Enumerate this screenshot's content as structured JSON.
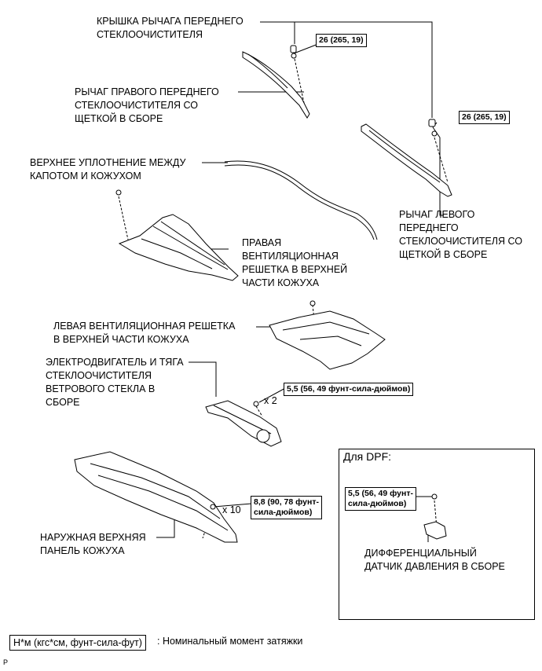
{
  "labels": {
    "cover_front_wiper_arm": [
      "КРЫШКА РЫЧАГА ПЕРЕДНЕГО",
      "СТЕКЛООЧИСТИТЕЛЯ"
    ],
    "right_wiper_arm": [
      "РЫЧАГ ПРАВОГО ПЕРЕДНЕГО",
      "СТЕКЛООЧИСТИТЕЛЯ СО",
      "ЩЕТКОЙ В СБОРЕ"
    ],
    "left_wiper_arm": [
      "РЫЧАГ ЛЕВОГО",
      "ПЕРЕДНЕГО",
      "СТЕКЛООЧИСТИТЕЛЯ СО",
      "ЩЕТКОЙ В СБОРЕ"
    ],
    "hood_to_cowl_seal": [
      "ВЕРХНЕЕ УПЛОТНЕНИЕ МЕЖДУ",
      "КАПОТОМ И КОЖУХОМ"
    ],
    "right_ventilator_louver": [
      "ПРАВАЯ",
      "ВЕНТИЛЯЦИОННАЯ",
      "РЕШЕТКА В ВЕРХНЕЙ",
      "ЧАСТИ КОЖУХА"
    ],
    "left_ventilator_louver": [
      "ЛЕВАЯ ВЕНТИЛЯЦИОННАЯ РЕШЕТКА",
      "В ВЕРХНЕЙ ЧАСТИ КОЖУХА"
    ],
    "wiper_motor_link": [
      "ЭЛЕКТРОДВИГАТЕЛЬ И ТЯГА",
      "СТЕКЛООЧИСТИТЕЛЯ",
      "ВЕТРОВОГО СТЕКЛА В",
      "СБОРЕ"
    ],
    "outer_cowl_top_panel": [
      "НАРУЖНАЯ ВЕРХНЯЯ",
      "ПАНЕЛЬ КОЖУХА"
    ],
    "differential_pressure_sensor": [
      "ДИФФЕРЕНЦИАЛЬНЫЙ",
      "ДАТЧИК ДАВЛЕНИЯ В СБОРЕ"
    ]
  },
  "torques": {
    "right_arm_nut": [
      "26 (265, 19)"
    ],
    "left_arm_nut": [
      "26 (265, 19)"
    ],
    "motor_bolts": [
      "5,5 (56, 49 фунт-сила-дюймов)"
    ],
    "cowl_panel_bolts": [
      "8,8 (90, 78 фунт-",
      "сила-дюймов)"
    ],
    "dpf_sensor_bolt": [
      "5,5 (56, 49 фунт-",
      "сила-дюймов)"
    ]
  },
  "multipliers": {
    "motor_bolts": "x 2",
    "cowl_panel_bolts": "x 10"
  },
  "dpf_section_title": "Для DPF:",
  "legend": {
    "unit_box": "Н*м (кгс*см, фунт-сила-фут)",
    "description": ": Номинальный момент затяжки"
  },
  "corner_code": "P"
}
